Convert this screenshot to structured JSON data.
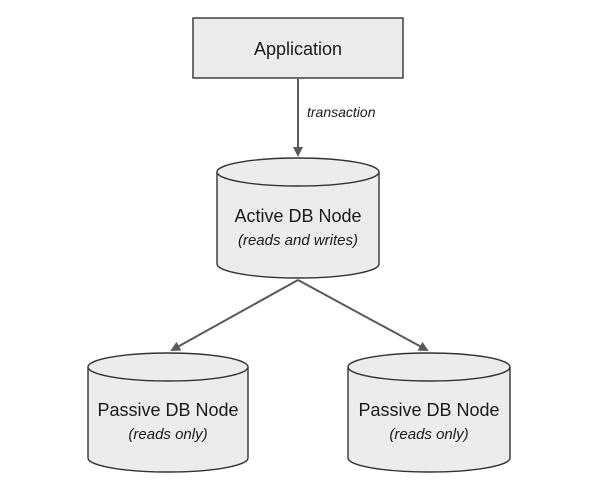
{
  "nodes": {
    "application": {
      "label": "Application"
    },
    "active": {
      "label": "Active DB Node",
      "sublabel": "(reads and writes)"
    },
    "passive_left": {
      "label": "Passive DB Node",
      "sublabel": "(reads only)"
    },
    "passive_right": {
      "label": "Passive DB Node",
      "sublabel": "(reads only)"
    }
  },
  "edges": {
    "app_to_active": {
      "label": "transaction"
    }
  },
  "colors": {
    "shape_fill": "#ececec",
    "shape_stroke": "#333333",
    "edge": "#595959",
    "text": "#1a1a1a"
  }
}
